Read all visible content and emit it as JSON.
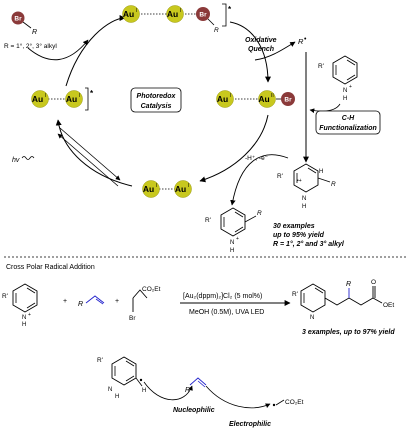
{
  "cycle": {
    "radical_precursor": {
      "atom": "Br",
      "group": "R",
      "definition": "R = 1°, 2°, 3° alkyl"
    },
    "gold": {
      "label": "Au",
      "ox_I": "I",
      "ox_II": "II"
    },
    "bromide": "Br",
    "oxidative_quench": [
      "Oxidative",
      "Quench"
    ],
    "radical": "R",
    "radical_dot": "•",
    "center_label": [
      "Photoredox",
      "Catalysis"
    ],
    "light": "hv",
    "deprotonation": "-H⁺, -e⁻",
    "ch_label": [
      "C-H",
      "Functionalization"
    ],
    "substituent": "R'",
    "pyridinium_NH": "N",
    "pyridinium_H": "H",
    "pyridinium_plus": "+",
    "stats": [
      "30 examples",
      "up to 95% yield",
      "R = 1°, 2° and 3° alkyl"
    ]
  },
  "section2": {
    "title": "Cross Polar Radical Addition",
    "plus": "+",
    "alkene_R": "R",
    "ester": "CO₂Et",
    "bromo": "Br",
    "catalyst": "[Au₂(dppm)₂]Cl₂ (5 mol%)",
    "conditions": "MeOH (0.5M), UVA LED",
    "product_ester": "OEt",
    "product_O": "O",
    "product_R": "R",
    "product_N": "N",
    "product_Rp": "R'",
    "result": "3 examples, up to 97% yield"
  },
  "mechanism": {
    "pyridinium_R": "R'",
    "pyridinium_N": "N",
    "pyridinium_H": "H",
    "alkene_R": "R",
    "ester": "CO₂Et",
    "nucleophilic": "Nucleophilic",
    "electrophilic": "Electrophilic"
  },
  "colors": {
    "gold": "#c8c81e",
    "gold_stroke": "#9a9a12",
    "bromine": "#8b3a3a",
    "blue_R": "#2222cc",
    "pyridine_N": "#2222cc"
  }
}
